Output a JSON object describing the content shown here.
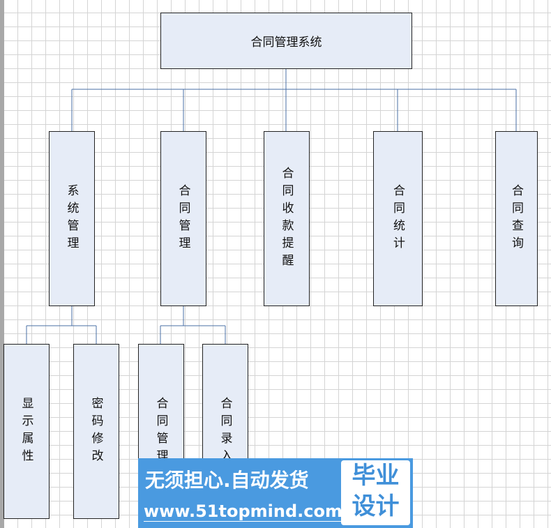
{
  "root": "合同管理系统",
  "level1": [
    "系统管理",
    "合同管理",
    "合同收款提醒",
    "合同统计",
    "合同查询"
  ],
  "level2": [
    "显示属性",
    "密码修改",
    "合同管理",
    "合同录入"
  ],
  "watermark": {
    "line1": "无须担心.自动发货",
    "line2": "www.51topmind.com",
    "badge_top": "毕业",
    "badge_bottom": "设计"
  },
  "colors": {
    "box_fill": "#e6ecf7",
    "connector": "#4a6fa5",
    "watermark": "#4a9ae0"
  }
}
